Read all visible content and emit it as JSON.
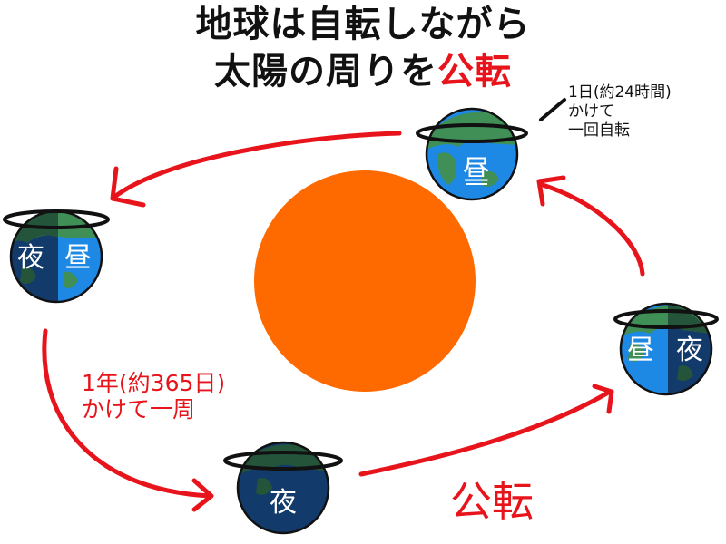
{
  "title": {
    "line1": "地球は自転しながら",
    "line2_main": "太陽の周りを",
    "line2_accent": "公転"
  },
  "rotation_note": {
    "line1": "1日(約24時間)",
    "line2": "かけて",
    "line3": "一回自転"
  },
  "orbit_note": {
    "line1": "1年(約365日)",
    "line2": "かけて一周"
  },
  "revolution_label": "公転",
  "earths": {
    "top": {
      "day": "昼"
    },
    "left": {
      "night": "夜",
      "day": "昼"
    },
    "bottom": {
      "night": "夜"
    },
    "right": {
      "day": "昼",
      "night": "夜"
    }
  },
  "colors": {
    "sun": "#ff6a00",
    "orbit_arrow": "#e8141b",
    "ocean_day": "#1e88e5",
    "ocean_night": "#123a6b",
    "land_day": "#3f8f57",
    "land_night": "#24543a"
  }
}
